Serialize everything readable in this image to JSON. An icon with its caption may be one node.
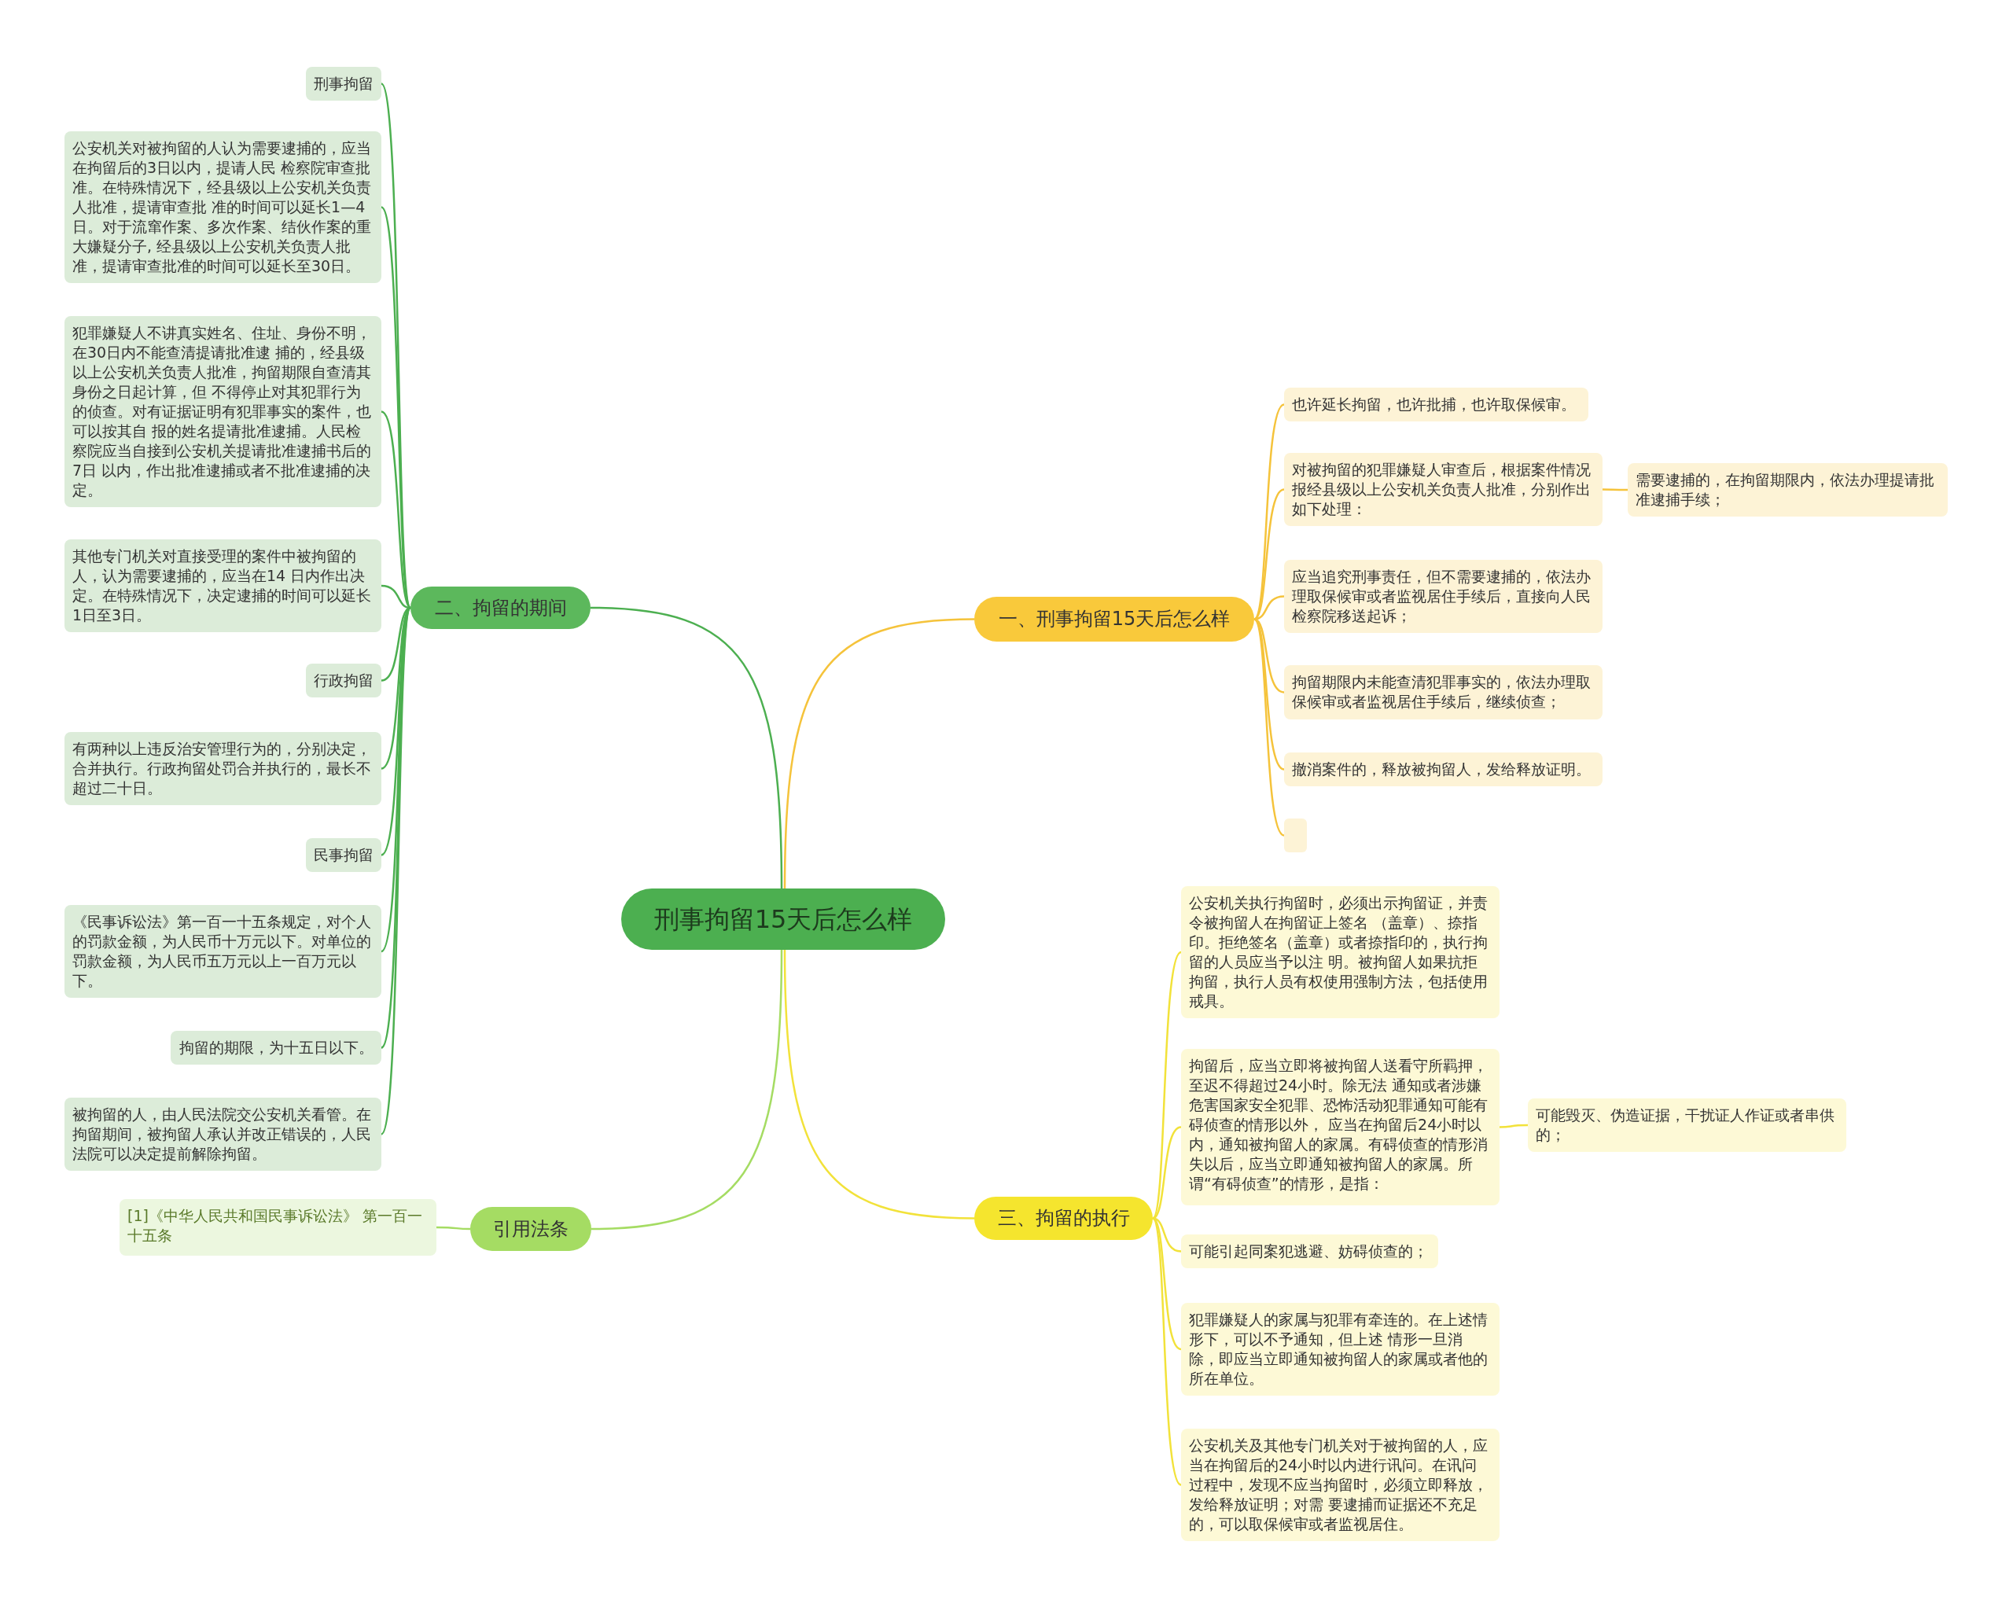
{
  "diagram": {
    "nodes": [
      {
        "text": [
          "刑事拘留15天后怎么样"
        ]
      },
      {
        "text": [
          "一、刑事拘留15天后怎么样"
        ]
      },
      {
        "text": [
          "也许延长拘留，也许批捕，也许取保候审。"
        ]
      },
      {
        "text": [
          "对被拘留的犯罪嫌疑人审查后，根据案件情况报经县级以上公安机关负责人批准，分别作出如下处理："
        ]
      },
      {
        "text": [
          "需要逮捕的，在拘留期限内，依法办理提请批准逮捕手续；"
        ]
      },
      {
        "text": [
          "应当追究刑事责任，但不需要逮捕的，依法办理取保候审或者监视居住手续后，直接向人民检察院移送起诉；"
        ]
      },
      {
        "text": [
          "拘留期限内未能查清犯罪事实的，依法办理取保候审或者监视居住手续后，继续侦查；"
        ]
      },
      {
        "text": [
          "撤消案件的，释放被拘留人，发给释放证明。"
        ]
      },
      {
        "text": [],
        "shape": "box"
      },
      {
        "text": [
          "二、拘留的期间"
        ]
      },
      {
        "text": [
          "刑事拘留"
        ]
      },
      {
        "text": [
          "公安机关对被拘留的人认为需要逮捕的，应当在拘留后的3日以内，提请人民 检察院审查批准。在特殊情况下，经县级以上公安机关负责人批准，提请审查批 准的时间可以延长1—4日。对于流窜作案、多次作案、结伙作案的重大嫌疑分子, 经县级以上公安机关负责人批准，提请审查批准的时间可以延长至30日。"
        ]
      },
      {
        "text": [
          "犯罪嫌疑人不讲真实姓名、住址、身份不明，在30日内不能查清提请批准逮 捕的，经县级以上公安机关负责人批准，拘留期限自查清其身份之日起计算，但 不得停止对其犯罪行为的侦查。对有证据证明有犯罪事实的案件，也可以按其自 报的姓名提请批准逮捕。人民检察院应当自接到公安机关提请批准逮捕书后的7日 以内，作出批准逮捕或者不批准逮捕的决定。"
        ]
      },
      {
        "text": [
          "其他专门机关对直接受理的案件中被拘留的人，认为需要逮捕的，应当在14 日内作出决定。在特殊情况下，决定逮捕的时间可以延长1日至3日。"
        ]
      },
      {
        "text": [
          "行政拘留"
        ]
      },
      {
        "text": [
          "有两种以上违反治安管理行为的，分别决定，合并执行。行政拘留处罚合并执行的，最长不超过二十日。"
        ]
      },
      {
        "text": [
          "民事拘留"
        ]
      },
      {
        "text": [
          "《民事诉讼法》第一百一十五条规定，对个人的罚款金额，为人民币十万元以下。对单位的罚款金额，为人民币五万元以上一百万元以下。"
        ]
      },
      {
        "text": [
          "拘留的期限，为十五日以下。"
        ]
      },
      {
        "text": [
          "被拘留的人，由人民法院交公安机关看管。在拘留期间，被拘留人承认并改正错误的，人民法院可以决定提前解除拘留。"
        ]
      },
      {
        "text": [
          "三、拘留的执行"
        ]
      },
      {
        "text": [
          "公安机关执行拘留时，必须出示拘留证，并责令被拘留人在拘留证上签名 （盖章）、捺指印。拒绝签名（盖章）或者捺指印的，执行拘留的人员应当予以注 明。被拘留人如果抗拒拘留，执行人员有权使用强制方法，包括使用戒具。"
        ]
      },
      {
        "text": [
          "拘留后，应当立即将被拘留人送看守所羁押，至迟不得超过24小时。除无法 通知或者涉嫌危害国家安全犯罪、恐怖活动犯罪通知可能有碍侦查的情形以外， 应当在拘留后24小时以内，通知被拘留人的家属。有碍侦查的情形消失以后，应当立即通知被拘留人的家属。所谓“有碍侦查”的情形，是指："
        ]
      },
      {
        "text": [
          "可能毁灭、伪造证据，干扰证人作证或者串供的；"
        ]
      },
      {
        "text": [
          "可能引起同案犯逃避、妨碍侦查的；"
        ]
      },
      {
        "text": [
          "犯罪嫌疑人的家属与犯罪有牵连的。在上述情形下，可以不予通知，但上述 情形一旦消除，即应当立即通知被拘留人的家属或者他的所在单位。"
        ]
      },
      {
        "text": [
          "公安机关及其他专门机关对于被拘留的人，应当在拘留后的24小时以内进行讯问。在讯问过程中，发现不应当拘留时，必须立即释放，发给释放证明；对需 要逮捕而证据还不充足的，可以取保候审或者监视居住。"
        ]
      },
      {
        "text": [
          "引用法条"
        ]
      },
      {
        "text": [
          "[1]《中华人民共和国民事诉讼法》 第一百一十五条"
        ]
      }
    ],
    "edges": [
      {
        "from": 0,
        "to": 1,
        "arrow": "none",
        "color": "#f5c33b"
      },
      {
        "from": 0,
        "to": 9,
        "arrow": "none",
        "color": "#4caf50"
      },
      {
        "from": 0,
        "to": 20,
        "arrow": "none",
        "color": "#f2e23a"
      },
      {
        "from": 0,
        "to": 27,
        "arrow": "none",
        "color": "#a5dc63"
      },
      {
        "from": 1,
        "to": 2,
        "arrow": "none",
        "color": "#f5c33b"
      },
      {
        "from": 1,
        "to": 3,
        "arrow": "none",
        "color": "#f5c33b"
      },
      {
        "from": 3,
        "to": 4,
        "arrow": "none",
        "color": "#f5c33b"
      },
      {
        "from": 1,
        "to": 5,
        "arrow": "none",
        "color": "#f5c33b"
      },
      {
        "from": 1,
        "to": 6,
        "arrow": "none",
        "color": "#f5c33b"
      },
      {
        "from": 1,
        "to": 7,
        "arrow": "none",
        "color": "#f5c33b"
      },
      {
        "from": 1,
        "to": 8,
        "arrow": "none",
        "color": "#f5c33b"
      },
      {
        "from": 9,
        "to": 10,
        "arrow": "none",
        "color": "#4caf50"
      },
      {
        "from": 9,
        "to": 11,
        "arrow": "none",
        "color": "#4caf50"
      },
      {
        "from": 9,
        "to": 12,
        "arrow": "none",
        "color": "#4caf50"
      },
      {
        "from": 9,
        "to": 13,
        "arrow": "none",
        "color": "#4caf50"
      },
      {
        "from": 9,
        "to": 14,
        "arrow": "none",
        "color": "#4caf50"
      },
      {
        "from": 9,
        "to": 15,
        "arrow": "none",
        "color": "#4caf50"
      },
      {
        "from": 9,
        "to": 16,
        "arrow": "none",
        "color": "#4caf50"
      },
      {
        "from": 9,
        "to": 17,
        "arrow": "none",
        "color": "#4caf50"
      },
      {
        "from": 9,
        "to": 18,
        "arrow": "none",
        "color": "#4caf50"
      },
      {
        "from": 9,
        "to": 19,
        "arrow": "none",
        "color": "#4caf50"
      },
      {
        "from": 20,
        "to": 21,
        "arrow": "none",
        "color": "#f2e23a"
      },
      {
        "from": 20,
        "to": 22,
        "arrow": "none",
        "color": "#f2e23a"
      },
      {
        "from": 22,
        "to": 23,
        "arrow": "none",
        "color": "#f2e23a"
      },
      {
        "from": 20,
        "to": 24,
        "arrow": "none",
        "color": "#f2e23a"
      },
      {
        "from": 20,
        "to": 25,
        "arrow": "none",
        "color": "#f2e23a"
      },
      {
        "from": 20,
        "to": 26,
        "arrow": "none",
        "color": "#f2e23a"
      },
      {
        "from": 27,
        "to": 28,
        "arrow": "none",
        "color": "#a5dc63"
      }
    ]
  }
}
